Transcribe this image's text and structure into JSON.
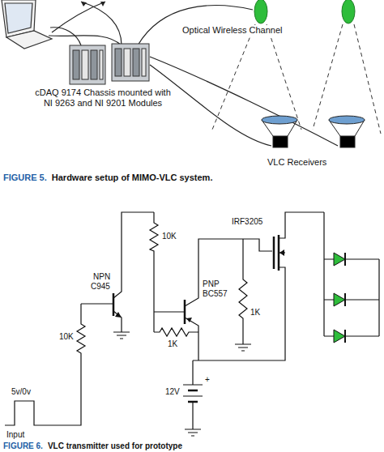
{
  "diagram": {
    "labels": [
      "Optical Wireless Channel",
      "cDAQ 9174 Chassis mounted with NI 9263 and NI 9201 Modules",
      "VLC Receivers",
      "FIGURE 5.",
      "Hardware setup of MIMO-VLC system.",
      "NPN",
      "C945",
      "10K",
      "PNP",
      "BC557",
      "IRF3205",
      "1K",
      "1K",
      "10K",
      "5v/0v",
      "12V",
      "+",
      "Input",
      "FIGURE 6.",
      "VLC transmitter used for prototype"
    ]
  }
}
